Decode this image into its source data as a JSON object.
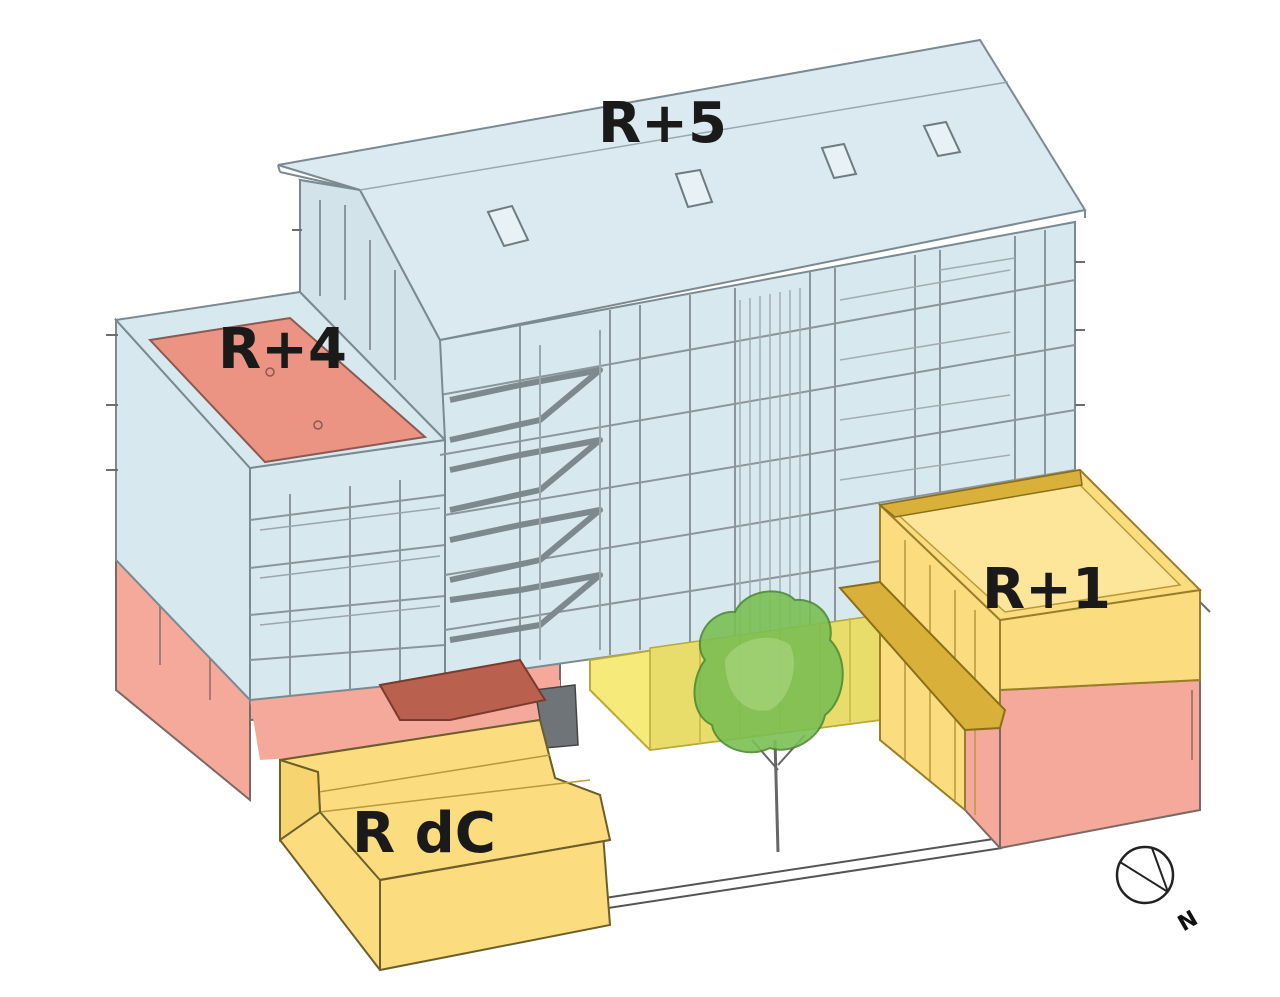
{
  "labels": {
    "r5": "R+5",
    "r4": "R+4",
    "r1": "R+1",
    "rdc": "R dC"
  },
  "compass": {
    "north": "N"
  },
  "colors": {
    "roof_blue": "#dbe9f0",
    "facade_blue": "#d8e8ef",
    "salmon": "#f4a99b",
    "roof_salmon": "#ec9483",
    "yellow": "#fbdd80",
    "yellow_dark": "#d9b13a",
    "yellow_light": "#f6ea7a",
    "tree_green": "#7cbf54",
    "stair_red": "#b9614e"
  }
}
